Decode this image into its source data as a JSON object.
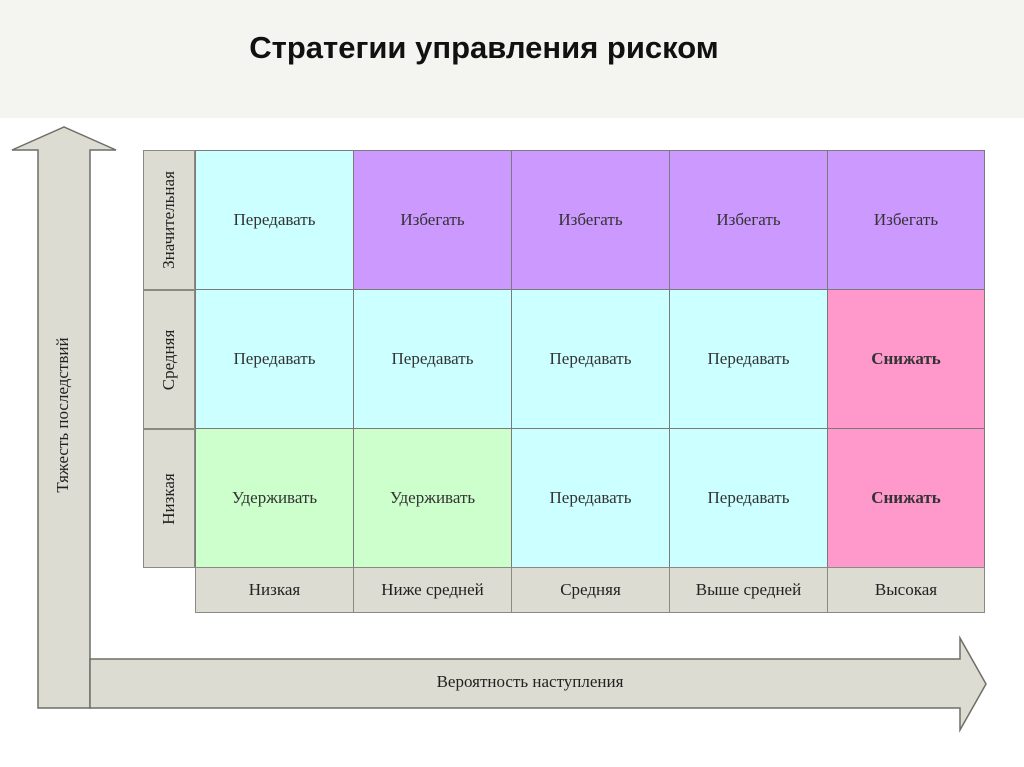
{
  "title": "Стратегии управления риском",
  "y_axis": {
    "label": "Тяжесть последствий",
    "levels": [
      "Значительная",
      "Средняя",
      "Низкая"
    ]
  },
  "x_axis": {
    "label": "Вероятность наступления",
    "levels": [
      "Низкая",
      "Ниже средней",
      "Средняя",
      "Выше средней",
      "Высокая"
    ]
  },
  "strategies": {
    "transfer": "Передавать",
    "avoid": "Избегать",
    "reduce": "Снижать",
    "retain": "Удерживать"
  },
  "matrix": [
    [
      "Передавать",
      "Избегать",
      "Избегать",
      "Избегать",
      "Избегать"
    ],
    [
      "Передавать",
      "Передавать",
      "Передавать",
      "Передавать",
      "Снижать"
    ],
    [
      "Удерживать",
      "Удерживать",
      "Передавать",
      "Передавать",
      "Снижать"
    ]
  ],
  "colors": {
    "transfer": "#ccffff",
    "avoid": "#cc99ff",
    "reduce": "#ff99cc",
    "retain": "#ccffcc",
    "label_bg": "#dcdcd2"
  }
}
